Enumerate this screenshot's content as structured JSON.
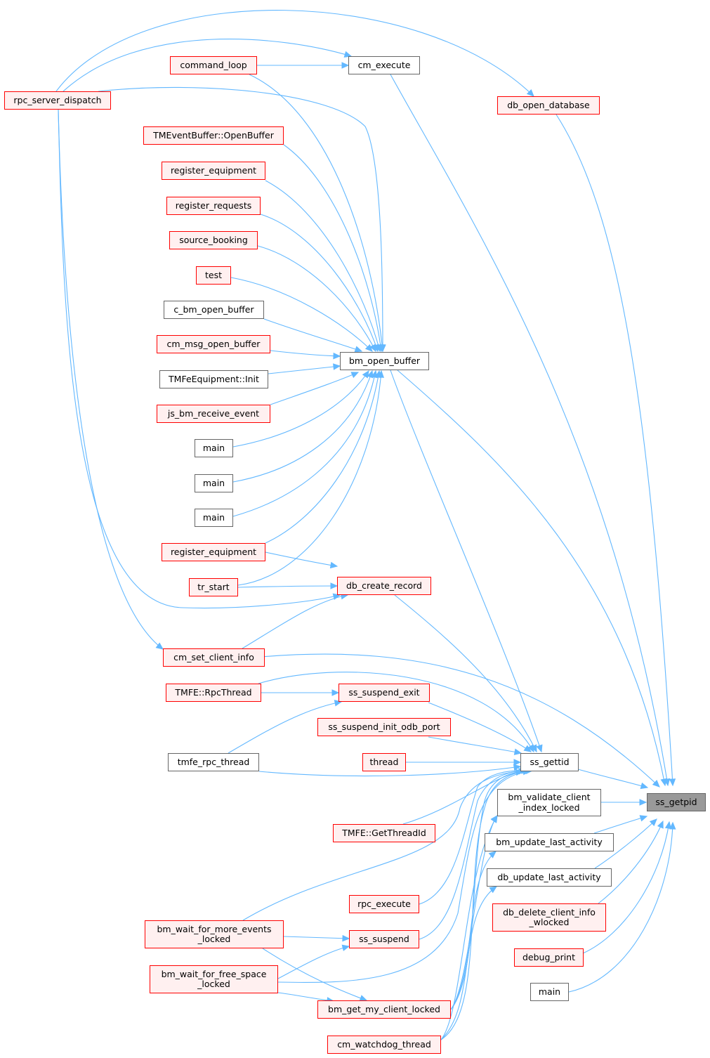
{
  "palette": {
    "edge": "#63b8ff",
    "red_border": "#ff0000",
    "red_fill": "#fff0f0",
    "gray_border": "#666666",
    "target_fill": "#999999"
  },
  "nodes": {
    "ss_getpid": "ss_getpid",
    "ss_gettid": "ss_gettid",
    "bm_validate_client_index_locked": "bm_validate_client\n_index_locked",
    "bm_update_last_activity": "bm_update_last_activity",
    "db_update_last_activity": "db_update_last_activity",
    "db_delete_client_info_wlocked": "db_delete_client_info\n_wlocked",
    "debug_print": "debug_print",
    "main_r": "main",
    "db_open_database": "db_open_database",
    "cm_execute": "cm_execute",
    "bm_open_buffer": "bm_open_buffer",
    "db_create_record": "db_create_record",
    "cm_set_client_info": "cm_set_client_info",
    "ss_suspend_exit": "ss_suspend_exit",
    "ss_suspend_init_odb_port": "ss_suspend_init_odb_port",
    "thread": "thread",
    "tmfe_getthreadid": "TMFE::GetThreadId",
    "rpc_execute": "rpc_execute",
    "ss_suspend": "ss_suspend",
    "bm_get_my_client_locked": "bm_get_my_client_locked",
    "cm_watchdog_thread": "cm_watchdog_thread",
    "rpc_server_dispatch": "rpc_server_dispatch",
    "command_loop": "command_loop",
    "tmeventbuffer_openbuffer": "TMEventBuffer::OpenBuffer",
    "register_equipment_1": "register_equipment",
    "register_requests": "register_requests",
    "source_booking": "source_booking",
    "test": "test",
    "c_bm_open_buffer": "c_bm_open_buffer",
    "cm_msg_open_buffer": "cm_msg_open_buffer",
    "tmfeequipment_init": "TMFeEquipment::Init",
    "js_bm_receive_event": "js_bm_receive_event",
    "main_1": "main",
    "main_2": "main",
    "main_3": "main",
    "register_equipment_2": "register_equipment",
    "tr_start": "tr_start",
    "tmfe_rpcthread": "TMFE::RpcThread",
    "tmfe_rpc_thread": "tmfe_rpc_thread",
    "bm_wait_for_more_events_locked": "bm_wait_for_more_events\n_locked",
    "bm_wait_for_free_space_locked": "bm_wait_for_free_space\n_locked"
  }
}
